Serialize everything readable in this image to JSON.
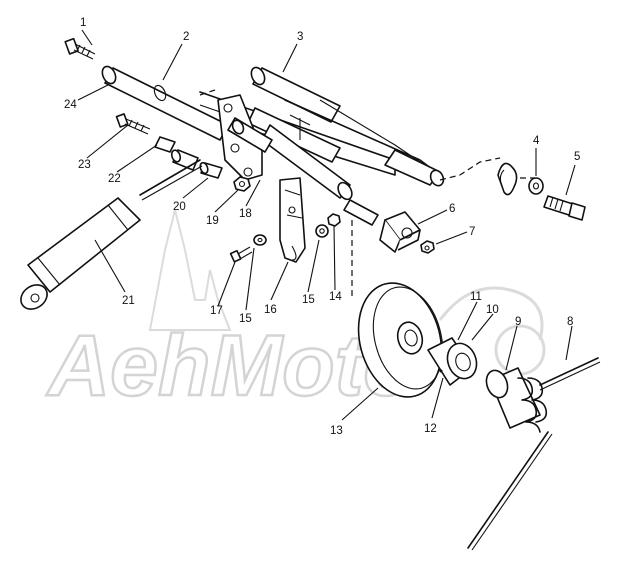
{
  "watermark": "AehMoto",
  "callouts": [
    {
      "id": "c1",
      "text": "1"
    },
    {
      "id": "c2",
      "text": "2"
    },
    {
      "id": "c3",
      "text": "3"
    },
    {
      "id": "c4",
      "text": "4"
    },
    {
      "id": "c5",
      "text": "5"
    },
    {
      "id": "c6",
      "text": "6"
    },
    {
      "id": "c7",
      "text": "7"
    },
    {
      "id": "c8",
      "text": "8"
    },
    {
      "id": "c9",
      "text": "9"
    },
    {
      "id": "c10",
      "text": "10"
    },
    {
      "id": "c11",
      "text": "11"
    },
    {
      "id": "c12",
      "text": "12"
    },
    {
      "id": "c13",
      "text": "13"
    },
    {
      "id": "c14",
      "text": "14"
    },
    {
      "id": "c15a",
      "text": "15"
    },
    {
      "id": "c15b",
      "text": "15"
    },
    {
      "id": "c16",
      "text": "16"
    },
    {
      "id": "c17",
      "text": "17"
    },
    {
      "id": "c18",
      "text": "18"
    },
    {
      "id": "c19",
      "text": "19"
    },
    {
      "id": "c20",
      "text": "20"
    },
    {
      "id": "c21",
      "text": "21"
    },
    {
      "id": "c22",
      "text": "22"
    },
    {
      "id": "c23",
      "text": "23"
    },
    {
      "id": "c24",
      "text": "24"
    }
  ]
}
